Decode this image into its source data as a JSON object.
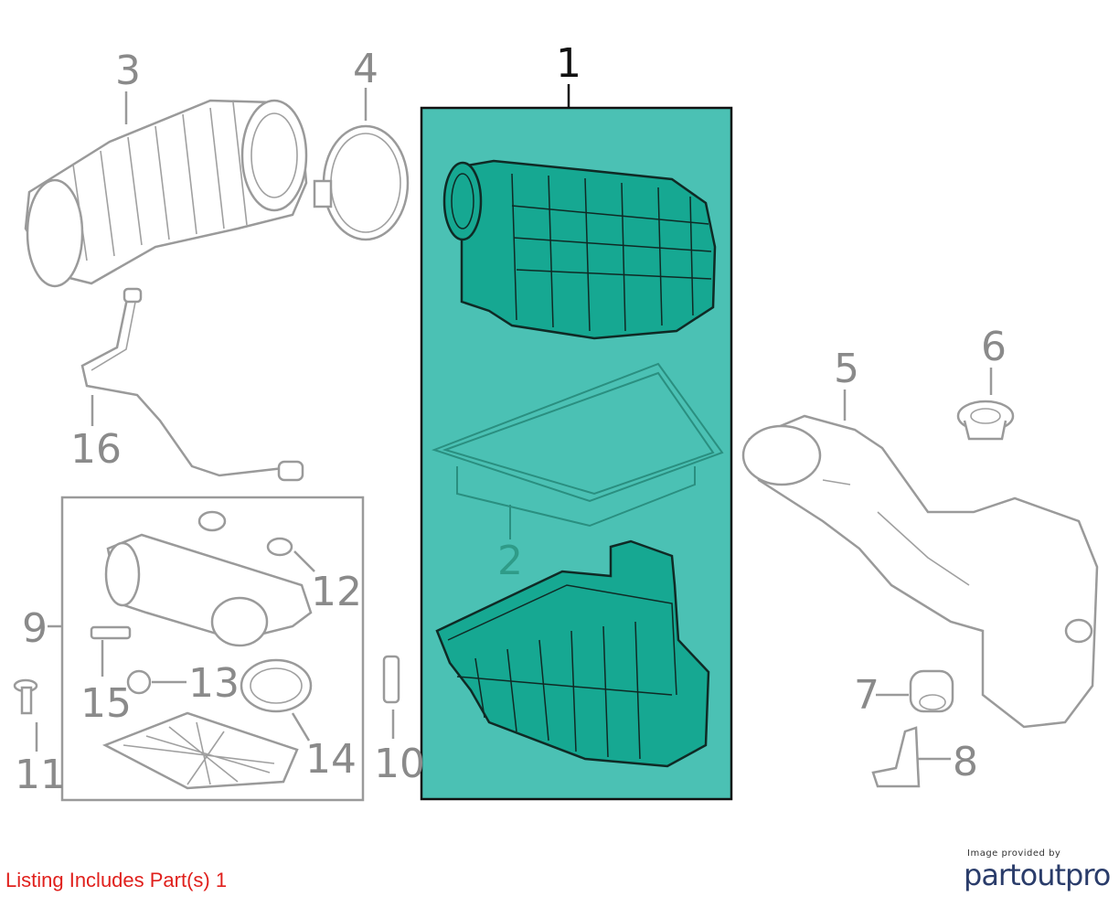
{
  "diagram": {
    "callouts": [
      {
        "id": "1",
        "label": "1"
      },
      {
        "id": "2",
        "label": "2"
      },
      {
        "id": "3",
        "label": "3"
      },
      {
        "id": "4",
        "label": "4"
      },
      {
        "id": "5",
        "label": "5"
      },
      {
        "id": "6",
        "label": "6"
      },
      {
        "id": "7",
        "label": "7"
      },
      {
        "id": "8",
        "label": "8"
      },
      {
        "id": "9",
        "label": "9"
      },
      {
        "id": "10",
        "label": "10"
      },
      {
        "id": "11",
        "label": "11"
      },
      {
        "id": "12",
        "label": "12"
      },
      {
        "id": "13",
        "label": "13"
      },
      {
        "id": "14",
        "label": "14"
      },
      {
        "id": "15",
        "label": "15"
      },
      {
        "id": "16",
        "label": "16"
      }
    ],
    "highlight_color": "#4bc1b4",
    "part_fill_color": "#16a892"
  },
  "footer": {
    "listing_text": "Listing Includes Part(s) 1",
    "credit_small": "Image provided by",
    "credit_brand": "partoutpro"
  }
}
